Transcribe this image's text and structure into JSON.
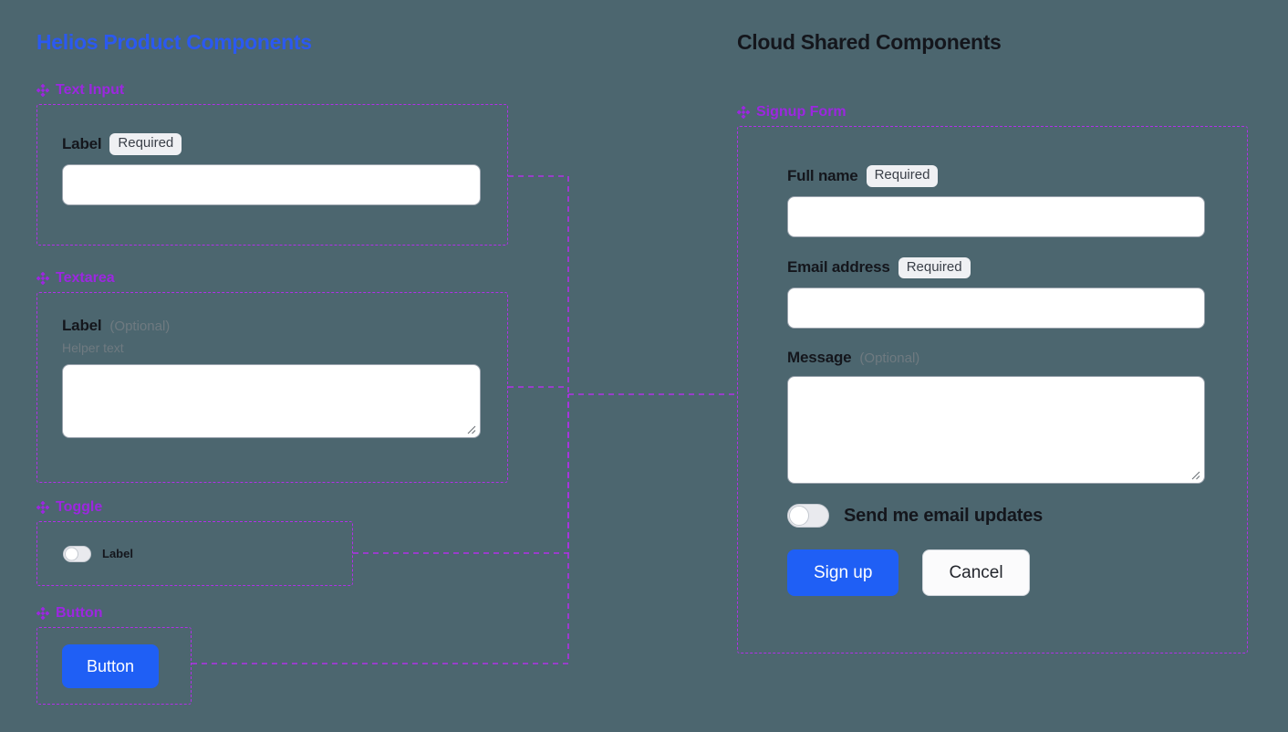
{
  "canvas": {
    "background": "#4c666f",
    "accent_purple": "#b130e8",
    "accent_blue": "#2b59f0",
    "primary_button": "#1f5ff5"
  },
  "columns": {
    "left": {
      "title": "Helios Product Components",
      "color": "#2b59f0"
    },
    "right": {
      "title": "Cloud Shared Components",
      "color": "#14161c"
    }
  },
  "left_components": [
    {
      "id": "text-input",
      "section_label": "Text Input",
      "icon": "diamond-cluster-icon",
      "field": {
        "label": "Label",
        "badge": "Required",
        "badge_kind": "required",
        "value": "",
        "placeholder": ""
      }
    },
    {
      "id": "textarea",
      "section_label": "Textarea",
      "icon": "diamond-cluster-icon",
      "field": {
        "label": "Label",
        "badge": "(Optional)",
        "badge_kind": "optional",
        "helper": "Helper text",
        "value": "",
        "placeholder": ""
      }
    },
    {
      "id": "toggle",
      "section_label": "Toggle",
      "icon": "diamond-cluster-icon",
      "toggle": {
        "label": "Label",
        "state": "off"
      }
    },
    {
      "id": "button",
      "section_label": "Button",
      "icon": "diamond-cluster-icon",
      "button": {
        "label": "Button",
        "variant": "primary"
      }
    }
  ],
  "right_components": [
    {
      "id": "signup-form",
      "section_label": "Signup Form",
      "icon": "diamond-cluster-icon",
      "fields": [
        {
          "label": "Full name",
          "badge": "Required",
          "badge_kind": "required",
          "control": "input",
          "value": "",
          "placeholder": ""
        },
        {
          "label": "Email address",
          "badge": "Required",
          "badge_kind": "required",
          "control": "input",
          "value": "",
          "placeholder": ""
        },
        {
          "label": "Message",
          "badge": "(Optional)",
          "badge_kind": "optional",
          "control": "textarea",
          "value": "",
          "placeholder": ""
        }
      ],
      "toggle": {
        "label": "Send me email updates",
        "state": "off"
      },
      "actions": [
        {
          "label": "Sign up",
          "variant": "primary"
        },
        {
          "label": "Cancel",
          "variant": "secondary"
        }
      ]
    }
  ]
}
